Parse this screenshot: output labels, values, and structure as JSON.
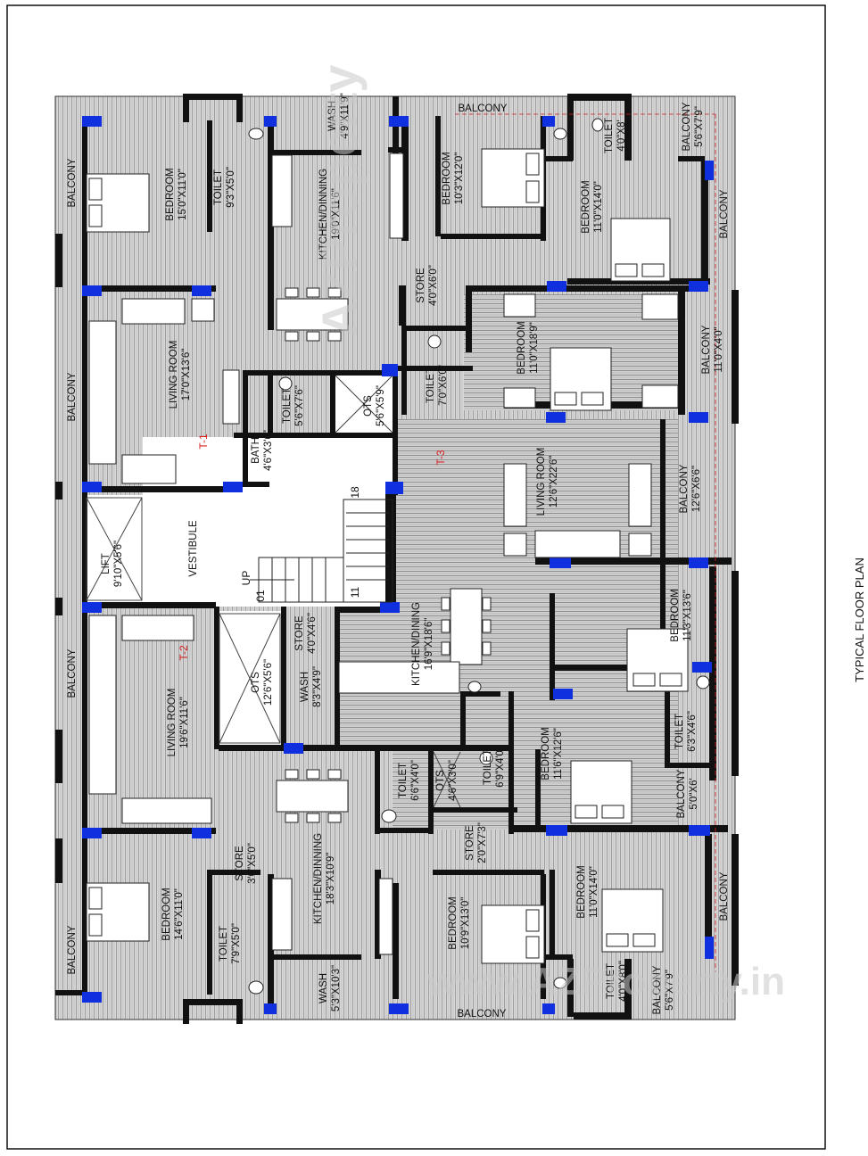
{
  "title": "TYPICAL FLOOR PLAN",
  "watermarks": [
    "AZProperty",
    "www.AZProperty.in"
  ],
  "unit_marks": [
    "T-1",
    "T-2",
    "T-3"
  ],
  "stair": {
    "up": "UP",
    "n01": "01",
    "n11": "11",
    "n18": "18"
  },
  "rooms": [
    {
      "name": "BALCONY",
      "dims": ""
    },
    {
      "name": "BALCONY",
      "dims": ""
    },
    {
      "name": "BALCONY",
      "dims": ""
    },
    {
      "name": "BALCONY",
      "dims": ""
    },
    {
      "name": "BALCONY",
      "dims": ""
    },
    {
      "name": "BEDROOM",
      "dims": "15'0\"X11'0\""
    },
    {
      "name": "TOILET",
      "dims": "9'3\"X5'0\""
    },
    {
      "name": "WASH",
      "dims": "4'9\"X11'9\""
    },
    {
      "name": "KITCHEN/DINNING",
      "dims": "19'0\"X11'6\""
    },
    {
      "name": "BALCONY",
      "dims": ""
    },
    {
      "name": "BEDROOM",
      "dims": "10'3\"X12'0\""
    },
    {
      "name": "TOILET",
      "dims": "4'0\"X8'"
    },
    {
      "name": "BALCONY",
      "dims": "5'6\"X7'9\""
    },
    {
      "name": "BEDROOM",
      "dims": "11'0\"X14'0\""
    },
    {
      "name": "BALCONY",
      "dims": ""
    },
    {
      "name": "STORE",
      "dims": "4'0\"X6'0\""
    },
    {
      "name": "LIVING ROOM",
      "dims": "17'0\"X13'6\""
    },
    {
      "name": "BEDROOM",
      "dims": "11'0\"X18'9\""
    },
    {
      "name": "BALCONY",
      "dims": "11'0\"X4'0\""
    },
    {
      "name": "TOILET",
      "dims": "5'6\"X7'6\""
    },
    {
      "name": "OTS",
      "dims": "5'6\"X5'9\""
    },
    {
      "name": "TOILET",
      "dims": "7'0\"X6'0\""
    },
    {
      "name": "BATH",
      "dims": "4'6\"X3'6\""
    },
    {
      "name": "LIVING ROOM",
      "dims": "12'6\"X22'6\""
    },
    {
      "name": "BALCONY",
      "dims": "12'6\"X6'6\""
    },
    {
      "name": "LIFT",
      "dims": "9'10\"X5'6\""
    },
    {
      "name": "VESTIBULE",
      "dims": ""
    },
    {
      "name": "STORE",
      "dims": "4'0\"X4'6\""
    },
    {
      "name": "BEDROOM",
      "dims": "11'3\"X13'6\""
    },
    {
      "name": "OTS",
      "dims": "12'6\"X5'6\""
    },
    {
      "name": "WASH",
      "dims": "8'3\"X4'9\""
    },
    {
      "name": "KITCHEN/DINING",
      "dims": "16'9\"X18'6\""
    },
    {
      "name": "LIVING ROOM",
      "dims": "19'6\"X11'6\""
    },
    {
      "name": "TOILET",
      "dims": "6'3\"X4'6\""
    },
    {
      "name": "TOILET",
      "dims": "6'6\"X4'0\""
    },
    {
      "name": "OTS",
      "dims": "4'6\"X3'0\""
    },
    {
      "name": "TOILET",
      "dims": "6'9\"X4'0\""
    },
    {
      "name": "BEDROOM",
      "dims": "11'6\"X12'6\""
    },
    {
      "name": "BALCONY",
      "dims": "5'0\"X6'"
    },
    {
      "name": "STORE",
      "dims": "3'0\"X5'0\""
    },
    {
      "name": "STORE",
      "dims": "2'0\"X7'3\""
    },
    {
      "name": "BEDROOM",
      "dims": "14'6\"X11'0\""
    },
    {
      "name": "KITCHEN/DINNING",
      "dims": "18'3\"X10'9\""
    },
    {
      "name": "BEDROOM",
      "dims": "10'9\"X13'0\""
    },
    {
      "name": "BEDROOM",
      "dims": "11'0\"X14'0\""
    },
    {
      "name": "BALCONY",
      "dims": ""
    },
    {
      "name": "TOILET",
      "dims": "7'9\"X5'0\""
    },
    {
      "name": "WASH",
      "dims": "5'3\"X10'3\""
    },
    {
      "name": "TOILET",
      "dims": "4'0\"X8'0\""
    },
    {
      "name": "BALCONY",
      "dims": "5'6\"X7'9\""
    }
  ]
}
